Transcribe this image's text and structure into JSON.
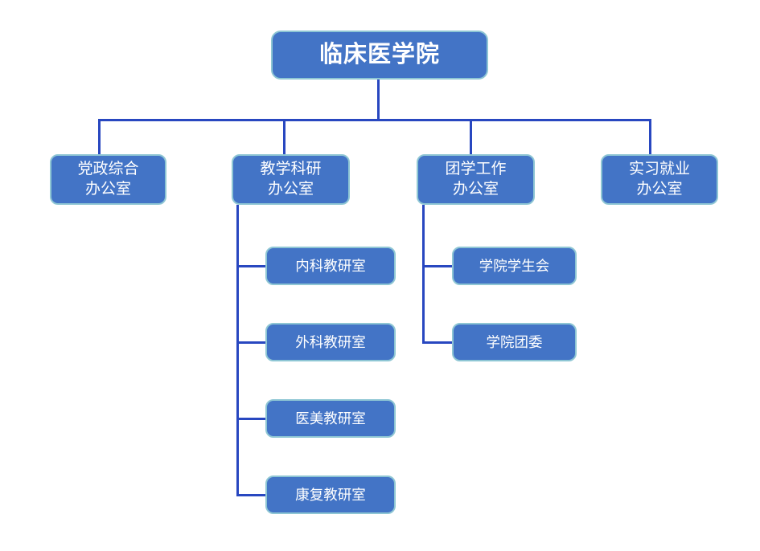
{
  "colors": {
    "background": "#ffffff",
    "box_fill": "#4374C6",
    "box_border": "#8EC6D4",
    "connector": "#2847C0",
    "box_text": "#ffffff"
  },
  "org": {
    "title": "临床医学院",
    "root": {
      "label": "临床医学院"
    },
    "departments": [
      {
        "label": "党政综合\n办公室",
        "children": []
      },
      {
        "label": "教学科研\n办公室",
        "children": [
          {
            "label": "内科教研室"
          },
          {
            "label": "外科教研室"
          },
          {
            "label": "医美教研室"
          },
          {
            "label": "康复教研室"
          }
        ]
      },
      {
        "label": "团学工作\n办公室",
        "children": [
          {
            "label": "学院学生会"
          },
          {
            "label": "学院团委"
          }
        ]
      },
      {
        "label": "实习就业\n办公室",
        "children": []
      }
    ]
  }
}
